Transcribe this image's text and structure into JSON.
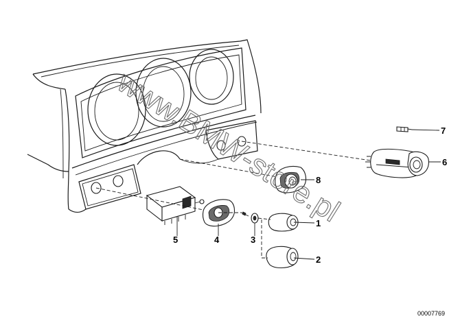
{
  "diagram": {
    "reference_number": "00007769",
    "watermark": "www.BMW-store.pl",
    "callouts": [
      {
        "number": "1",
        "part": "knob-short"
      },
      {
        "number": "2",
        "part": "knob-long"
      },
      {
        "number": "3",
        "part": "screw-nut"
      },
      {
        "number": "4",
        "part": "switch-bezel"
      },
      {
        "number": "5",
        "part": "relay-unit"
      },
      {
        "number": "6",
        "part": "rotary-switch"
      },
      {
        "number": "7",
        "part": "bulb"
      },
      {
        "number": "8",
        "part": "bezel-knob-assembly"
      }
    ]
  }
}
